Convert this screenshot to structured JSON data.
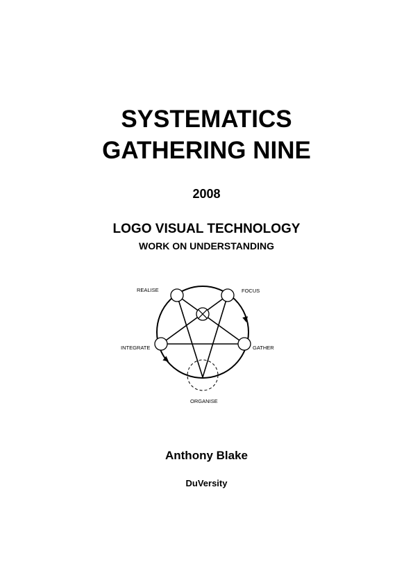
{
  "title": {
    "line1": "SYSTEMATICS",
    "line2": "GATHERING NINE"
  },
  "year": "2008",
  "subtitle": {
    "line1": "LOGO VISUAL TECHNOLOGY",
    "line2": "WORK ON UNDERSTANDING"
  },
  "diagram": {
    "labels": {
      "realise": "REALISE",
      "focus": "FOCUS",
      "integrate": "INTEGRATE",
      "gather": "GATHER",
      "organise": "ORGANISE"
    }
  },
  "author": "Anthony Blake",
  "organisation": "DuVersity"
}
